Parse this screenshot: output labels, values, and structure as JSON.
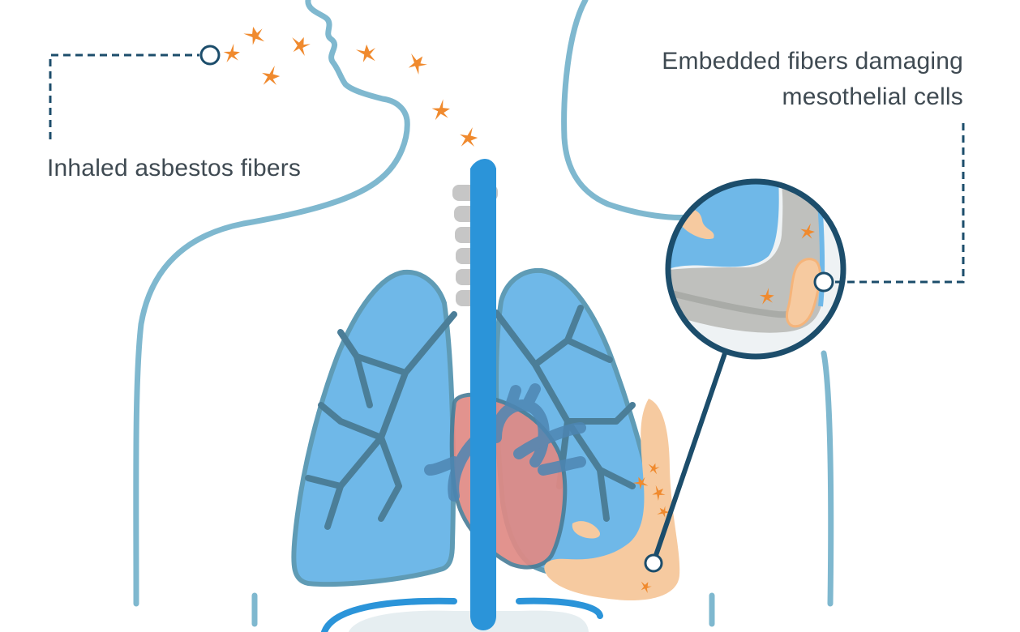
{
  "labels": {
    "inhaled": "Inhaled asbestos fibers",
    "embedded_line1": "Embedded fibers damaging",
    "embedded_line2": "mesothelial cells"
  },
  "colors": {
    "body_outline": "#7fb8cf",
    "lung_fill": "#6fb8e8",
    "lung_edge": "#5f9bb5",
    "bronchi": "#4b7e98",
    "trachea": "#2b94d9",
    "spine": "#c6c6c6",
    "heart": "#e08a85",
    "vessels": "#4d86b3",
    "tumor": "#f6caa0",
    "fiber": "#f08a2e",
    "callout": "#1c4d6b",
    "text": "#3f4a52"
  },
  "icons": [
    "asbestos-fiber-icon",
    "callout-dot-icon"
  ]
}
